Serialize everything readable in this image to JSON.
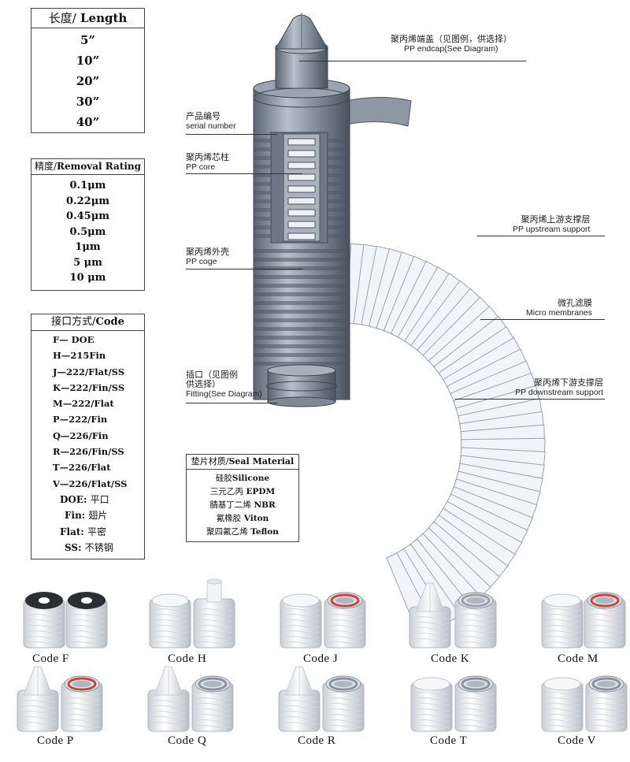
{
  "length_box": {
    "title_cn": "长度/",
    "title_en": "Length",
    "items": [
      "5”",
      "10”",
      "20”",
      "30”",
      "40”"
    ]
  },
  "rating_box": {
    "title_cn": "精度/",
    "title_en": "Removal Rating",
    "items": [
      "0.1μm",
      "0.22μm",
      "0.45μm",
      "0.5μm",
      "1μm",
      "5 μm",
      "10 μm"
    ]
  },
  "code_box": {
    "title_cn": "接口方式/",
    "title_en": "Code",
    "items": [
      "F— DOE",
      "H—215Fin",
      "J—222/Flat/SS",
      "K—222/Fin/SS",
      "M—222/Flat",
      "P—222/Fin",
      "Q—226/Fin",
      "R—226/Fin/SS",
      "T—226/Flat",
      "V—226/Flat/SS"
    ],
    "legend": [
      {
        "key": "DOE:",
        "value": "平口"
      },
      {
        "key": "Fin:",
        "value": "翅片"
      },
      {
        "key": "Flat:",
        "value": "平密"
      },
      {
        "key": "SS:",
        "value": "不锈钢"
      }
    ]
  },
  "seal_box": {
    "title_cn": "垫片材质/",
    "title_en": "Seal Material",
    "items": [
      {
        "cn": "硅胶",
        "en": "Silicone"
      },
      {
        "cn": "三元乙丙",
        "en": "EPDM"
      },
      {
        "cn": "腈基丁二烯",
        "en": "NBR"
      },
      {
        "cn": "氟橡胶",
        "en": "Viton"
      },
      {
        "cn": "聚四氟乙烯",
        "en": "Teflon"
      }
    ]
  },
  "callouts": {
    "endcap": {
      "cn": "聚丙烯端盖（见图例，供选择）",
      "en": "PP endcap(See Diagram)"
    },
    "serial": {
      "cn": "产品编号",
      "en": "serial number"
    },
    "core": {
      "cn": "聚丙烯芯柱",
      "en": "PP core"
    },
    "cage": {
      "cn": "聚丙烯外壳",
      "en": "PP coge"
    },
    "fitting": {
      "cn1": "插口（见图例",
      "cn2": "供选择）",
      "en": "Fitting(See Diagram)"
    },
    "upstream": {
      "cn": "聚丙烯上游支撑层",
      "en": "PP upstream support"
    },
    "membrane": {
      "cn": "微孔滤膜",
      "en": "Micro membranes"
    },
    "downstream": {
      "cn": "聚丙烯下游支撑层",
      "en": "PP downstream support"
    }
  },
  "codes": {
    "row1": [
      "Code F",
      "Code H",
      "Code J",
      "Code K",
      "Code M"
    ],
    "row2": [
      "Code P",
      "Code Q",
      "Code R",
      "Code T",
      "Code V"
    ]
  },
  "colors": {
    "metal": "#6f7a88",
    "metal_dark": "#4b5563",
    "pleat": "#f2f4f7",
    "pleat_edge": "#9aa3ad",
    "oring_red": "#c8463c",
    "gasket_black": "#2b2f33"
  }
}
